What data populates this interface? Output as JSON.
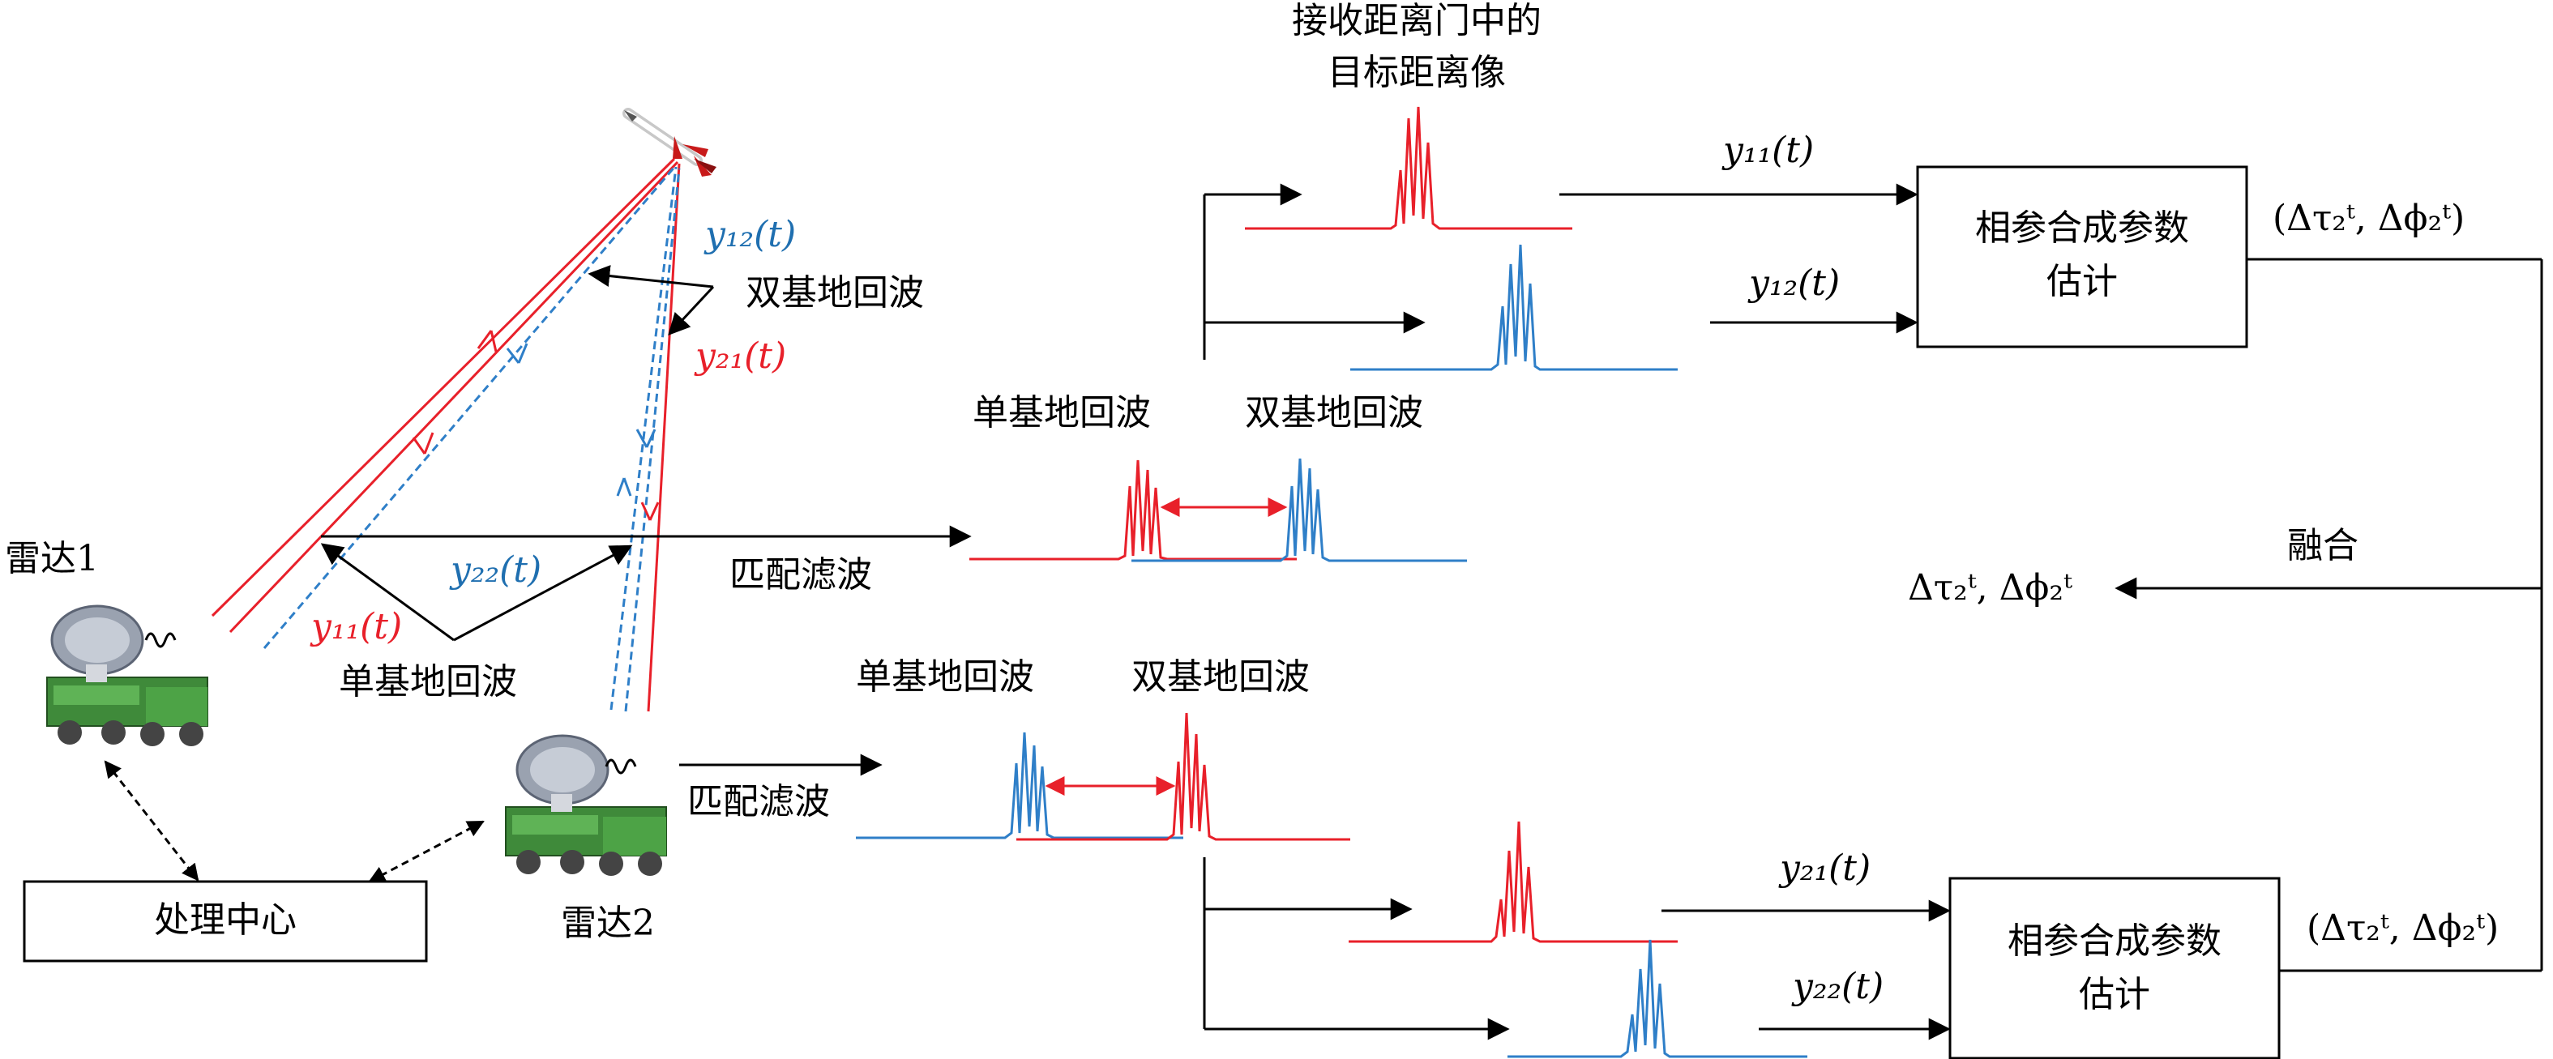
{
  "labels": {
    "radar1": "雷达1",
    "radar2": "雷达2",
    "processing_center": "处理中心",
    "bistatic_echo": "双基地回波",
    "monostatic_echo": "单基地回波",
    "matched_filter": "匹配滤波",
    "range_gate_title_1": "接收距离门中的",
    "range_gate_title_2": "目标距离像",
    "estimation_block_1": "相参合成参数",
    "estimation_block_2": "估计",
    "fusion": "融合",
    "param_tuple": "(Δτ₂ᵗ, Δϕ₂ᵗ)",
    "param_result": "Δτ₂ᵗ, Δϕ₂ᵗ"
  },
  "signals": {
    "y11": "y₁₁(t)",
    "y12": "y₁₂(t)",
    "y21": "y₂₁(t)",
    "y22": "y₂₂(t)"
  },
  "colors": {
    "radar1_signal": "#e8202a",
    "radar2_signal": "#2f7fc8",
    "label_blue": "#1f6fb0",
    "arrow": "#000000"
  }
}
